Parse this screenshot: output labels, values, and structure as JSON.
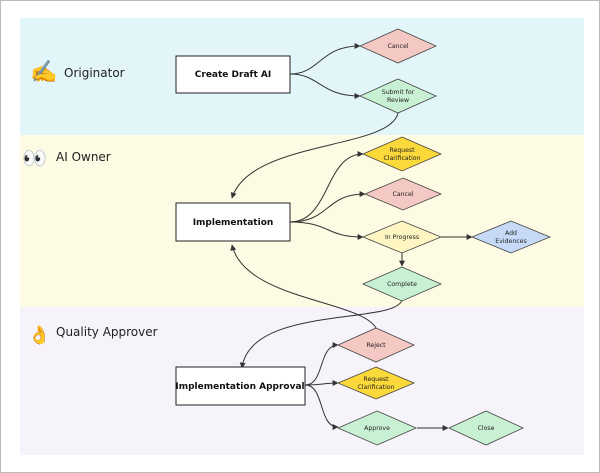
{
  "lanes": [
    {
      "id": "originator",
      "label": "Originator",
      "emoji": "✍️",
      "color": "#e2f6fa"
    },
    {
      "id": "ai-owner",
      "label": "AI Owner",
      "emoji": "👀",
      "color": "#fdfbe3"
    },
    {
      "id": "quality-approver",
      "label": "Quality Approver",
      "emoji": "👌",
      "color": "#f6f3fa"
    }
  ],
  "boxes": {
    "create_draft": "Create Draft AI",
    "implementation": "Implementation",
    "implementation_approval": "Implementation Approval"
  },
  "decisions": {
    "cancel_1": {
      "lines": [
        "Cancel"
      ],
      "color": "#f4c8c3"
    },
    "submit_review": {
      "lines": [
        "Submit for",
        "Review"
      ],
      "color": "#c8f1d3"
    },
    "request_clarification_1": {
      "lines": [
        "Request",
        "Clarification"
      ],
      "color": "#fcd93a"
    },
    "cancel_2": {
      "lines": [
        "Cancel"
      ],
      "color": "#f4c8c3"
    },
    "in_progress": {
      "lines": [
        "In Progress"
      ],
      "color": "#fdf6c2"
    },
    "add_evidences": {
      "lines": [
        "Add",
        "Evidences"
      ],
      "color": "#c6daf8"
    },
    "complete": {
      "lines": [
        "Complete"
      ],
      "color": "#c8f1d3"
    },
    "reject": {
      "lines": [
        "Reject"
      ],
      "color": "#f4c8c3"
    },
    "request_clarification_2": {
      "lines": [
        "Request",
        "Clarification"
      ],
      "color": "#fcd93a"
    },
    "approve": {
      "lines": [
        "Approve"
      ],
      "color": "#c8f1d3"
    },
    "close": {
      "lines": [
        "Close"
      ],
      "color": "#c8f1d3"
    }
  }
}
